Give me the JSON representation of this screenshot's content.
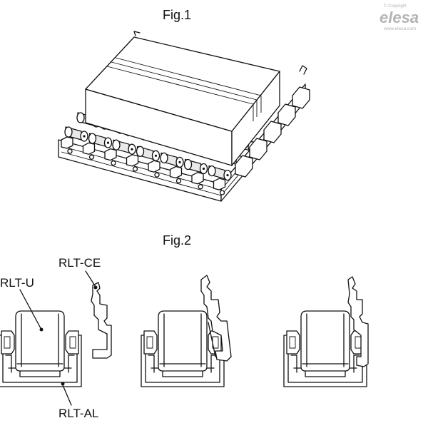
{
  "figures": {
    "fig1": {
      "title": "Fig.1"
    },
    "fig2": {
      "title": "Fig.2"
    }
  },
  "parts": {
    "roller_unit": "RLT-U",
    "end_clip": "RLT-CE",
    "profile": "RLT-AL"
  },
  "watermark": {
    "copyright": "© Copyright",
    "brand": "elesa",
    "url": "www.elesa.com"
  },
  "colors": {
    "ink": "#111111",
    "background": "#ffffff",
    "watermark": "#b4b4b4"
  }
}
